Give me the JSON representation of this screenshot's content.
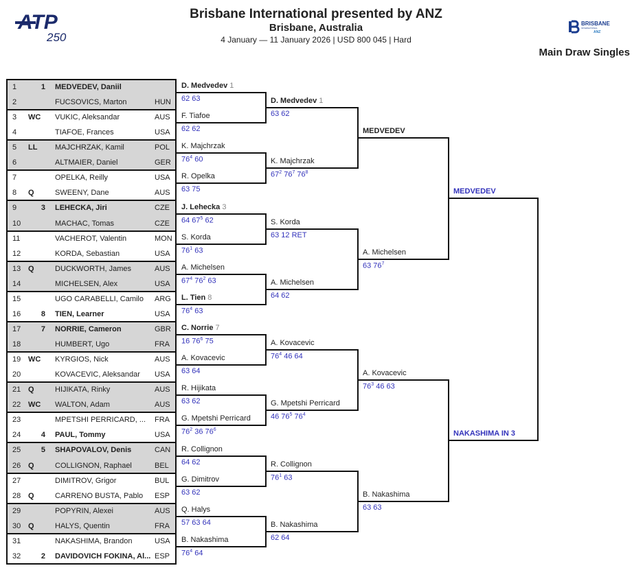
{
  "header": {
    "title": "Brisbane International presented by ANZ",
    "location": "Brisbane, Australia",
    "details": "4 January — 11 January 2026 | USD 800 045 | Hard",
    "draw": "Main Draw Singles",
    "atp_logo": "ATP 250",
    "event_logo": "BRISBANE INTERNATIONAL ANZ"
  },
  "players": [
    {
      "no": "1",
      "entry": "",
      "seed": "1",
      "name": "MEDVEDEV, Daniil",
      "nat": "",
      "bold": true
    },
    {
      "no": "2",
      "entry": "",
      "seed": "",
      "name": "FUCSOVICS, Marton",
      "nat": "HUN"
    },
    {
      "no": "3",
      "entry": "WC",
      "seed": "",
      "name": "VUKIC, Aleksandar",
      "nat": "AUS"
    },
    {
      "no": "4",
      "entry": "",
      "seed": "",
      "name": "TIAFOE, Frances",
      "nat": "USA"
    },
    {
      "no": "5",
      "entry": "LL",
      "seed": "",
      "name": "MAJCHRZAK, Kamil",
      "nat": "POL"
    },
    {
      "no": "6",
      "entry": "",
      "seed": "",
      "name": "ALTMAIER, Daniel",
      "nat": "GER"
    },
    {
      "no": "7",
      "entry": "",
      "seed": "",
      "name": "OPELKA, Reilly",
      "nat": "USA"
    },
    {
      "no": "8",
      "entry": "Q",
      "seed": "",
      "name": "SWEENY, Dane",
      "nat": "AUS"
    },
    {
      "no": "9",
      "entry": "",
      "seed": "3",
      "name": "LEHECKA, Jiri",
      "nat": "CZE",
      "bold": true
    },
    {
      "no": "10",
      "entry": "",
      "seed": "",
      "name": "MACHAC, Tomas",
      "nat": "CZE"
    },
    {
      "no": "11",
      "entry": "",
      "seed": "",
      "name": "VACHEROT, Valentin",
      "nat": "MON"
    },
    {
      "no": "12",
      "entry": "",
      "seed": "",
      "name": "KORDA, Sebastian",
      "nat": "USA"
    },
    {
      "no": "13",
      "entry": "Q",
      "seed": "",
      "name": "DUCKWORTH, James",
      "nat": "AUS"
    },
    {
      "no": "14",
      "entry": "",
      "seed": "",
      "name": "MICHELSEN, Alex",
      "nat": "USA"
    },
    {
      "no": "15",
      "entry": "",
      "seed": "",
      "name": "UGO CARABELLI, Camilo",
      "nat": "ARG"
    },
    {
      "no": "16",
      "entry": "",
      "seed": "8",
      "name": "TIEN, Learner",
      "nat": "USA",
      "bold": true
    },
    {
      "no": "17",
      "entry": "",
      "seed": "7",
      "name": "NORRIE, Cameron",
      "nat": "GBR",
      "bold": true
    },
    {
      "no": "18",
      "entry": "",
      "seed": "",
      "name": "HUMBERT, Ugo",
      "nat": "FRA"
    },
    {
      "no": "19",
      "entry": "WC",
      "seed": "",
      "name": "KYRGIOS, Nick",
      "nat": "AUS"
    },
    {
      "no": "20",
      "entry": "",
      "seed": "",
      "name": "KOVACEVIC, Aleksandar",
      "nat": "USA"
    },
    {
      "no": "21",
      "entry": "Q",
      "seed": "",
      "name": "HIJIKATA, Rinky",
      "nat": "AUS"
    },
    {
      "no": "22",
      "entry": "WC",
      "seed": "",
      "name": "WALTON, Adam",
      "nat": "AUS"
    },
    {
      "no": "23",
      "entry": "",
      "seed": "",
      "name": "MPETSHI PERRICARD, ...",
      "nat": "FRA"
    },
    {
      "no": "24",
      "entry": "",
      "seed": "4",
      "name": "PAUL, Tommy",
      "nat": "USA",
      "bold": true
    },
    {
      "no": "25",
      "entry": "",
      "seed": "5",
      "name": "SHAPOVALOV, Denis",
      "nat": "CAN",
      "bold": true
    },
    {
      "no": "26",
      "entry": "Q",
      "seed": "",
      "name": "COLLIGNON, Raphael",
      "nat": "BEL"
    },
    {
      "no": "27",
      "entry": "",
      "seed": "",
      "name": "DIMITROV, Grigor",
      "nat": "BUL"
    },
    {
      "no": "28",
      "entry": "Q",
      "seed": "",
      "name": "CARRENO BUSTA, Pablo",
      "nat": "ESP"
    },
    {
      "no": "29",
      "entry": "",
      "seed": "",
      "name": "POPYRIN, Alexei",
      "nat": "AUS"
    },
    {
      "no": "30",
      "entry": "Q",
      "seed": "",
      "name": "HALYS, Quentin",
      "nat": "FRA"
    },
    {
      "no": "31",
      "entry": "",
      "seed": "",
      "name": "NAKASHIMA, Brandon",
      "nat": "USA"
    },
    {
      "no": "32",
      "entry": "",
      "seed": "2",
      "name": "DAVIDOVICH FOKINA, Al...",
      "nat": "ESP",
      "bold": true
    }
  ],
  "rounds": [
    [
      {
        "winner": "D. Medvedev",
        "seed": "1",
        "bold": true,
        "score": [
          [
            "62"
          ],
          [
            "63"
          ]
        ]
      },
      {
        "winner": "F. Tiafoe",
        "score": [
          [
            "62"
          ],
          [
            "62"
          ]
        ]
      },
      {
        "winner": "K. Majchrzak",
        "score": [
          [
            "76",
            "4"
          ],
          [
            "60"
          ]
        ]
      },
      {
        "winner": "R. Opelka",
        "score": [
          [
            "63"
          ],
          [
            "75"
          ]
        ]
      },
      {
        "winner": "J. Lehecka",
        "seed": "3",
        "bold": true,
        "score": [
          [
            "64"
          ],
          [
            "67",
            "5"
          ],
          [
            "62"
          ]
        ]
      },
      {
        "winner": "S. Korda",
        "score": [
          [
            "76",
            "1"
          ],
          [
            "63"
          ]
        ]
      },
      {
        "winner": "A. Michelsen",
        "score": [
          [
            "67",
            "4"
          ],
          [
            "76",
            "2"
          ],
          [
            "63"
          ]
        ]
      },
      {
        "winner": "L. Tien",
        "seed": "8",
        "bold": true,
        "score": [
          [
            "76",
            "4"
          ],
          [
            "63"
          ]
        ]
      },
      {
        "winner": "C. Norrie",
        "seed": "7",
        "bold": true,
        "score": [
          [
            "16"
          ],
          [
            "76",
            "6"
          ],
          [
            "75"
          ]
        ]
      },
      {
        "winner": "A. Kovacevic",
        "score": [
          [
            "63"
          ],
          [
            "64"
          ]
        ]
      },
      {
        "winner": "R. Hijikata",
        "score": [
          [
            "63"
          ],
          [
            "62"
          ]
        ]
      },
      {
        "winner": "G. Mpetshi Perricard",
        "score": [
          [
            "76",
            "2"
          ],
          [
            "36"
          ],
          [
            "76",
            "6"
          ]
        ]
      },
      {
        "winner": "R. Collignon",
        "score": [
          [
            "64"
          ],
          [
            "62"
          ]
        ]
      },
      {
        "winner": "G. Dimitrov",
        "score": [
          [
            "63"
          ],
          [
            "62"
          ]
        ]
      },
      {
        "winner": "Q. Halys",
        "score": [
          [
            "57"
          ],
          [
            "63"
          ],
          [
            "64"
          ]
        ]
      },
      {
        "winner": "B. Nakashima",
        "score": [
          [
            "76",
            "4"
          ],
          [
            "64"
          ]
        ]
      }
    ],
    [
      {
        "winner": "D. Medvedev",
        "seed": "1",
        "bold": true,
        "score": [
          [
            "63"
          ],
          [
            "62"
          ]
        ]
      },
      {
        "winner": "K. Majchrzak",
        "score": [
          [
            "67",
            "2"
          ],
          [
            "76",
            "7"
          ],
          [
            "76",
            "8"
          ]
        ]
      },
      {
        "winner": "S. Korda",
        "score": [
          [
            "63"
          ],
          [
            "12"
          ],
          [
            "RET"
          ]
        ]
      },
      {
        "winner": "A. Michelsen",
        "score": [
          [
            "64"
          ],
          [
            "62"
          ]
        ]
      },
      {
        "winner": "A. Kovacevic",
        "score": [
          [
            "76",
            "4"
          ],
          [
            "46"
          ],
          [
            "64"
          ]
        ]
      },
      {
        "winner": "G. Mpetshi Perricard",
        "score": [
          [
            "46"
          ],
          [
            "76",
            "5"
          ],
          [
            "76",
            "4"
          ]
        ]
      },
      {
        "winner": "R. Collignon",
        "score": [
          [
            "76",
            "1"
          ],
          [
            "63"
          ]
        ]
      },
      {
        "winner": "B. Nakashima",
        "score": [
          [
            "62"
          ],
          [
            "64"
          ]
        ]
      }
    ],
    [
      {
        "winner": "MEDVEDEV",
        "score": []
      },
      {
        "winner": "A. Michelsen",
        "score": [
          [
            "63"
          ],
          [
            "76",
            "7"
          ]
        ]
      },
      {
        "winner": "A. Kovacevic",
        "score": [
          [
            "76",
            "3"
          ],
          [
            "46"
          ],
          [
            "63"
          ]
        ]
      },
      {
        "winner": "B. Nakashima",
        "score": [
          [
            "63"
          ],
          [
            "63"
          ]
        ]
      }
    ],
    [
      {
        "winner": "MEDVEDEV",
        "pick": true,
        "score": []
      },
      {
        "winner": "NAKASHIMA IN 3",
        "pick": true,
        "score": []
      }
    ]
  ],
  "colors": {
    "score": "#3333bb",
    "shade": "#d6d6d6",
    "line": "#111111"
  }
}
